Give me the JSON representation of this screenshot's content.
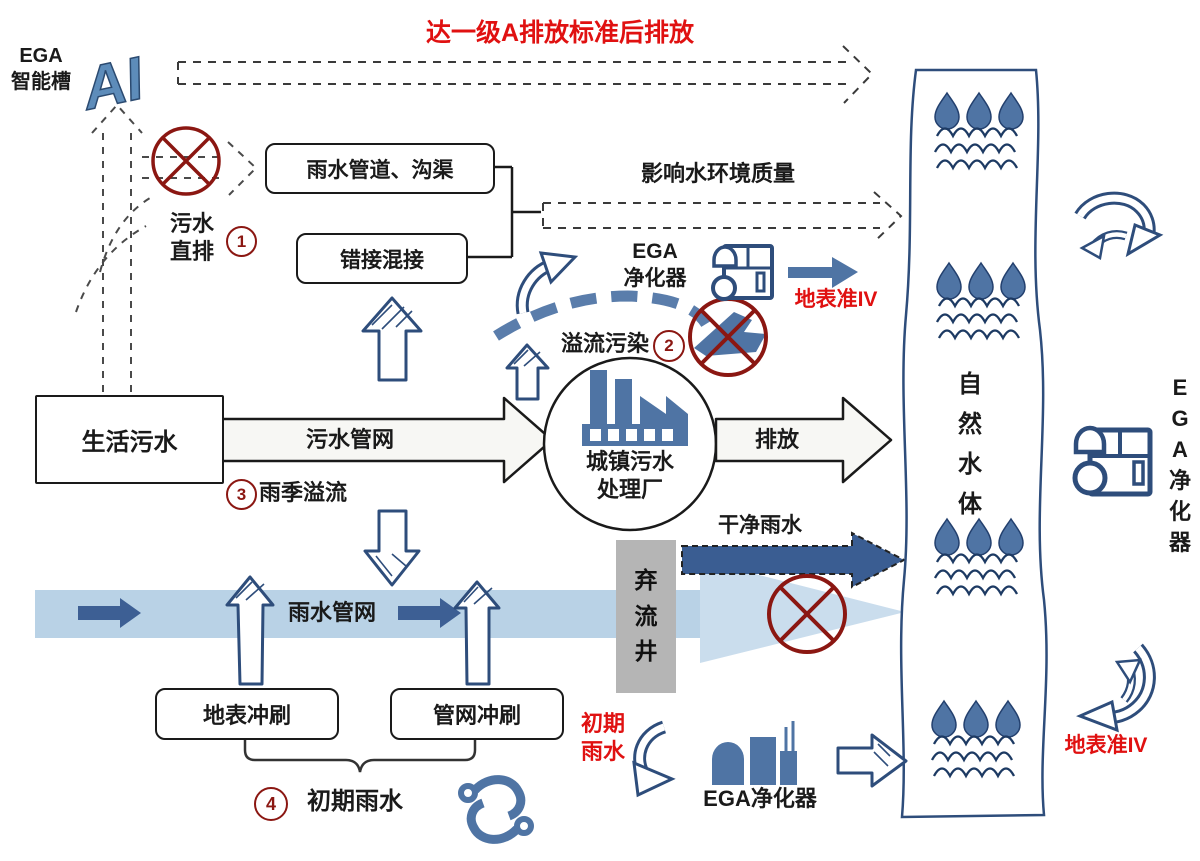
{
  "colors": {
    "steel_blue": "#4f74a4",
    "navy_outline": "#2e4d7b",
    "light_blue_band": "#b9d2e6",
    "dark_red": "#8b1712",
    "accent_red": "#e01111"
  },
  "labels": {
    "ega_smart_tank": "EGA\n智能槽",
    "top_banner": "达一级A排放标准后排放",
    "sewage_direct": "污水\n直排",
    "n1": "1",
    "rain_pipe_box": "雨水管道、沟渠",
    "mixed_connection_box": "错接混接",
    "impact_quality": "影响水环境质量",
    "ega_purifier_two_line": "EGA\n净化器",
    "surface_standard_iv": "地表准IV",
    "overflow_pollution": "溢流污染",
    "n2": "2",
    "domestic_sewage": "生活污水",
    "sewage_network": "污水管网",
    "treatment_plant": "城镇污水\n处理厂",
    "discharge": "排放",
    "n3": "3",
    "rainy_overflow": "雨季溢流",
    "clean_rain": "干净雨水",
    "rain_network": "雨水管网",
    "diversion_well": "弃\n流\n井",
    "surface_flush": "地表冲刷",
    "pipe_flush": "管网冲刷",
    "n4": "4",
    "initial_rain": "初期雨水",
    "initial_rain_red": "初期\n雨水",
    "ega_purifier_inline": "EGA净化器",
    "natural_water": "自\n然\n水\n体",
    "ega_purifier_vertical": "E\nG\nA\n净\n化\n器",
    "ai_logo": "AI"
  }
}
